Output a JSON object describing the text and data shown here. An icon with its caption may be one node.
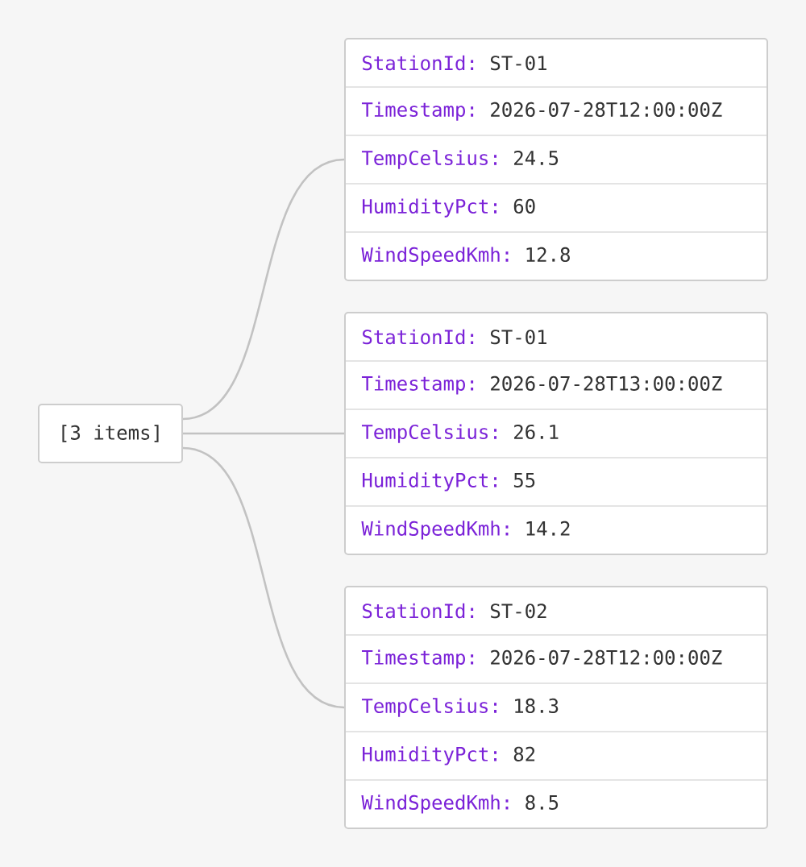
{
  "diagram": {
    "nodes": [
      {
        "text": [
          "[3 items]"
        ]
      },
      {
        "text": [
          "StationId:",
          "ST-01",
          "Timestamp:",
          "2026-07-28T12:00:00Z",
          "TempCelsius:",
          "24.5",
          "HumidityPct:",
          "60",
          "WindSpeedKmh:",
          "12.8"
        ]
      },
      {
        "text": [
          "StationId:",
          "ST-01",
          "Timestamp:",
          "2026-07-28T13:00:00Z",
          "TempCelsius:",
          "26.1",
          "HumidityPct:",
          "55",
          "WindSpeedKmh:",
          "14.2"
        ]
      },
      {
        "text": [
          "StationId:",
          "ST-02",
          "Timestamp:",
          "2026-07-28T12:00:00Z",
          "TempCelsius:",
          "18.3",
          "HumidityPct:",
          "82",
          "WindSpeedKmh:",
          "8.5"
        ]
      }
    ],
    "edges": [
      {
        "from": 0,
        "to": 1,
        "arrow": "none"
      },
      {
        "from": 0,
        "to": 2,
        "arrow": "none"
      },
      {
        "from": 0,
        "to": 3,
        "arrow": "none"
      }
    ]
  }
}
